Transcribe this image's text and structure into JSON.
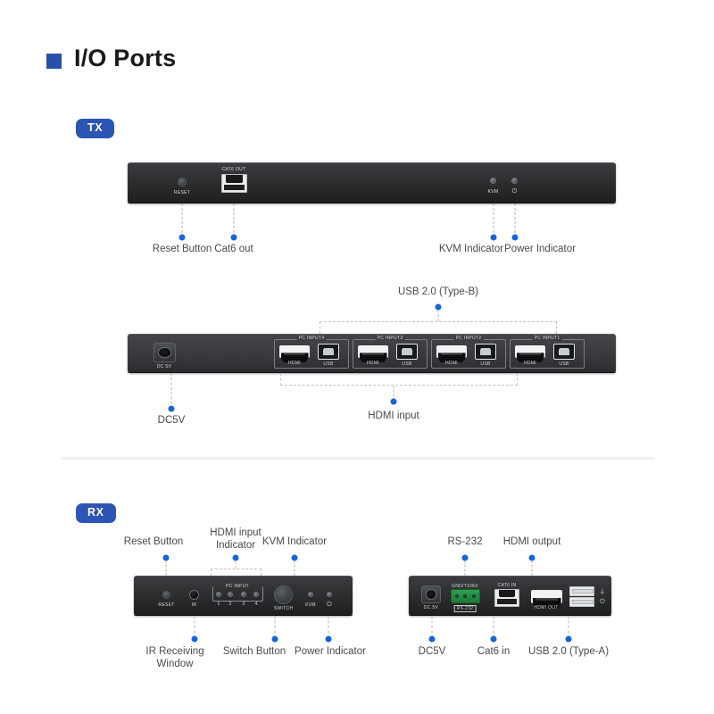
{
  "heading": {
    "title": "I/O Ports",
    "bullet_color": "#2850a8"
  },
  "badges": {
    "tx": "TX",
    "rx": "RX"
  },
  "accent_color": "#1565d8",
  "tx": {
    "front": {
      "silkscreen": {
        "reset": "RESET",
        "cat6_out": "CAT6 OUT",
        "kvm": "KVM",
        "power": "⏻"
      },
      "callouts": [
        {
          "label": "Reset Button"
        },
        {
          "label": "Cat6 out"
        },
        {
          "label": "KVM Indicator"
        },
        {
          "label": "Power Indicator"
        }
      ]
    },
    "rear": {
      "silkscreen": {
        "dc5v": "DC 5V",
        "hdmi": "HDMI",
        "usb": "USB",
        "groups": [
          "PC INPUT4",
          "PC INPUT3",
          "PC INPUT2",
          "PC INPUT1"
        ]
      },
      "callouts": [
        {
          "label": "USB 2.0 (Type-B)"
        },
        {
          "label": "DC5V"
        },
        {
          "label": "HDMI input"
        }
      ]
    }
  },
  "rx": {
    "front": {
      "silkscreen": {
        "reset": "RESET",
        "ir": "IR",
        "pc_input": "PC INPUT",
        "indicator_numbers": [
          "1",
          "2",
          "3",
          "4"
        ],
        "switch": "SWITCH",
        "kvm": "KVM",
        "power": "⏻"
      },
      "callouts_top": [
        {
          "label": "Reset Button"
        },
        {
          "label": "HDMI input\nIndicator"
        },
        {
          "label": "KVM Indicator"
        }
      ],
      "callouts_bottom": [
        {
          "label": "IR Receiving\nWindow"
        },
        {
          "label": "Switch Button"
        },
        {
          "label": "Power Indicator"
        }
      ]
    },
    "rear": {
      "silkscreen": {
        "dc5v": "DC 5V",
        "rs232_top": "GND/TX/RX",
        "rs232": "RS-232",
        "cat6_in": "CAT6 IN",
        "hdmi_out": "HDMI OUT",
        "ground": "⏚",
        "power": "⏻"
      },
      "callouts_top": [
        {
          "label": "RS-232"
        },
        {
          "label": "HDMI output"
        }
      ],
      "callouts_bottom": [
        {
          "label": "DC5V"
        },
        {
          "label": "Cat6 in"
        },
        {
          "label": "USB 2.0 (Type-A)"
        }
      ]
    }
  }
}
